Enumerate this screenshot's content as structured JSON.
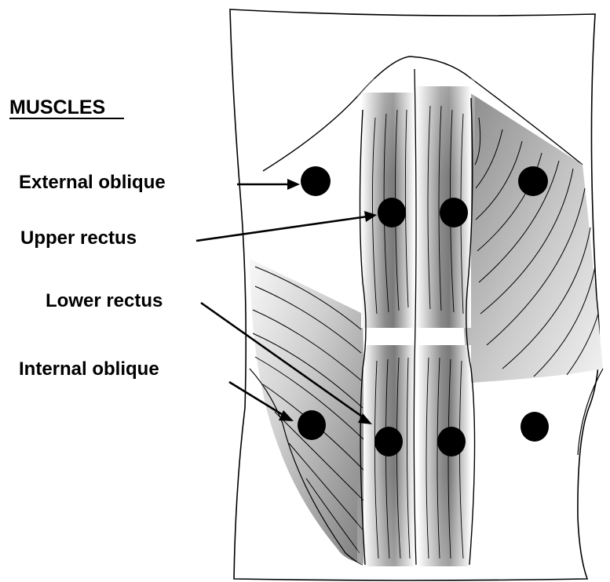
{
  "diagram": {
    "heading": "MUSCLES",
    "labels": {
      "external_oblique": "External oblique",
      "upper_rectus": "Upper rectus",
      "lower_rectus": "Lower rectus",
      "internal_oblique": "Internal oblique"
    }
  },
  "colors": {
    "outline": "#000000",
    "electrode": "#000000",
    "muscle_shading": "#8a8a8a",
    "background": "#ffffff"
  }
}
